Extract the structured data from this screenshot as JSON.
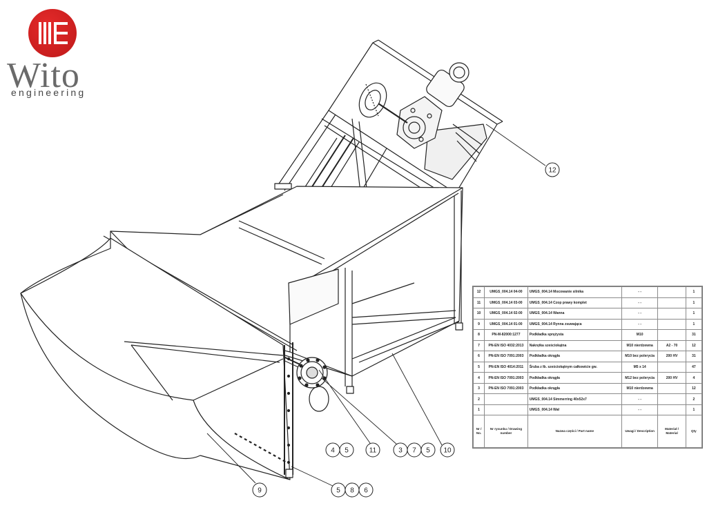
{
  "logo": {
    "word": "Wito",
    "sub": "engineering",
    "colors": {
      "badge": "#e52a2a",
      "badge_dark": "#c81e1e",
      "mark": "#ffffff",
      "word": "#6a6a6a"
    }
  },
  "callouts": [
    {
      "id": "c12",
      "text": "12"
    },
    {
      "id": "c4",
      "text": "4"
    },
    {
      "id": "c5a",
      "text": "5"
    },
    {
      "id": "c11",
      "text": "11"
    },
    {
      "id": "c3",
      "text": "3"
    },
    {
      "id": "c7",
      "text": "7"
    },
    {
      "id": "c5b",
      "text": "5"
    },
    {
      "id": "c10",
      "text": "10"
    },
    {
      "id": "c9",
      "text": "9"
    },
    {
      "id": "c5c",
      "text": "5"
    },
    {
      "id": "c8",
      "text": "8"
    },
    {
      "id": "c6",
      "text": "6"
    }
  ],
  "bom": {
    "header": {
      "no": "Nr / No.",
      "drawing": "Nr rysunku / Drawing number",
      "name": "Nazwa części / Part name",
      "desc": "Uwagi / Description",
      "material": "Materiał / Material",
      "qty": "Qty"
    },
    "rows": [
      {
        "no": "12",
        "drawing": "UMGS_004.14 04-00",
        "name": "UMGS_004.14 Mocowanie silnika",
        "desc": "- -",
        "material": "",
        "qty": "1"
      },
      {
        "no": "11",
        "drawing": "UMGS_004.14 03-00",
        "name": "UMGS_004.14 Czop prawy komplet",
        "desc": "- -",
        "material": "",
        "qty": "1"
      },
      {
        "no": "10",
        "drawing": "UMGS_004.14 02-00",
        "name": "UMGS_004.14 Wanna",
        "desc": "- -",
        "material": "",
        "qty": "1"
      },
      {
        "no": "9",
        "drawing": "UMGS_004.14 01-00",
        "name": "UMGS_004.14 Rynna zsuwająca",
        "desc": "- -",
        "material": "",
        "qty": "1"
      },
      {
        "no": "8",
        "drawing": "PN-M-82000:1277",
        "name": "Podkładka sprężysta",
        "desc": "M10",
        "material": "",
        "qty": "31"
      },
      {
        "no": "7",
        "drawing": "PN-EN ISO 4032:2013",
        "name": "Nakrętka sześciokątna",
        "desc": "M10 nierdzewna",
        "material": "A2 - 70",
        "qty": "12"
      },
      {
        "no": "6",
        "drawing": "PN-EN ISO 7091:2003",
        "name": "Podkładka okrągła",
        "desc": "M10 bez polerycia",
        "material": "200 HV",
        "qty": "31"
      },
      {
        "no": "5",
        "drawing": "PN-EN ISO 4014:2011",
        "name": "Śruba z łb. sześciokątnym całkowicie gw.",
        "desc": "M5 x 14",
        "material": "",
        "qty": "47"
      },
      {
        "no": "4",
        "drawing": "PN-EN ISO 7091:2003",
        "name": "Podkładka okrągła",
        "desc": "M12 bez polerycia",
        "material": "200 HV",
        "qty": "4"
      },
      {
        "no": "3",
        "drawing": "PN-EN ISO 7091:2003",
        "name": "Podkładka okrągła",
        "desc": "M10 nierdzewna",
        "material": "",
        "qty": "12"
      },
      {
        "no": "2",
        "drawing": "",
        "name": "UMGS_004.14 Simmerring 40x52x7",
        "desc": "- -",
        "material": "",
        "qty": "2"
      },
      {
        "no": "1",
        "drawing": "",
        "name": "UMGS_004.14 Wał",
        "desc": "- -",
        "material": "",
        "qty": "1"
      }
    ]
  }
}
